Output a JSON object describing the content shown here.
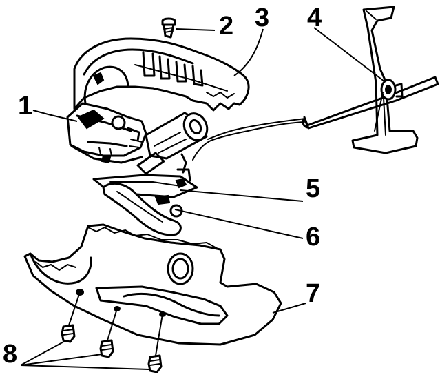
{
  "diagram": {
    "callouts": {
      "c1": "1",
      "c2": "2",
      "c3": "3",
      "c4": "4",
      "c5": "5",
      "c6": "6",
      "c7": "7",
      "c8": "8"
    },
    "colors": {
      "ink": "#000000",
      "paper": "#ffffff"
    }
  }
}
